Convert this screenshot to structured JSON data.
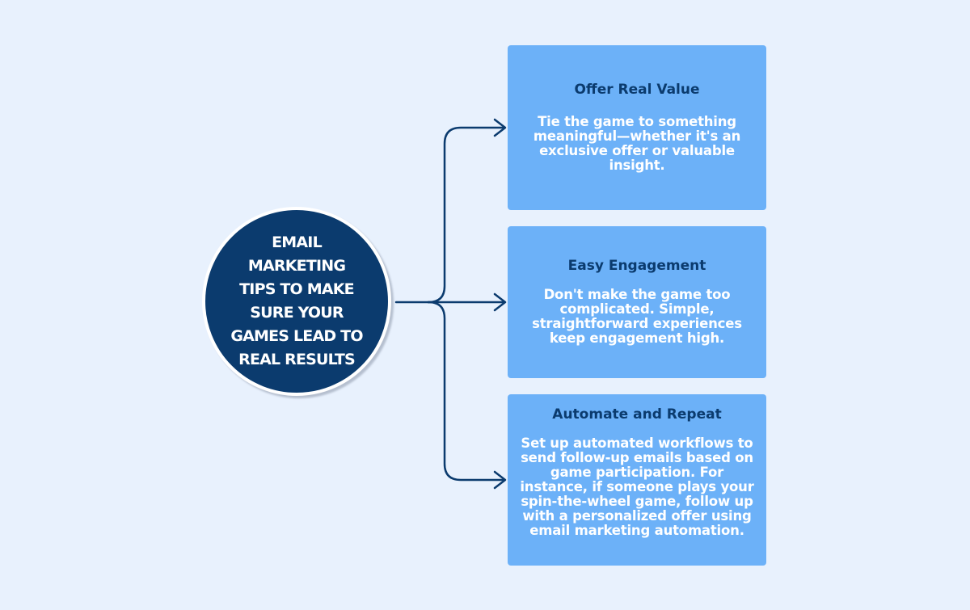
{
  "hub": {
    "title": "EMAIL MARKETING TIPS TO MAKE SURE YOUR GAMES LEAD TO REAL RESULTS"
  },
  "tips": [
    {
      "title": "Offer Real Value",
      "body": "Tie the game to something meaningful—whether it's an exclusive offer or valuable insight."
    },
    {
      "title": "Easy Engagement",
      "body": "Don't make the game too complicated. Simple, straightforward experiences keep engagement high."
    },
    {
      "title": "Automate and Repeat",
      "body": "Set up automated workflows to send follow-up emails based on game participation. For instance, if someone plays your spin-the-wheel game, follow up with a personalized offer using email marketing automation."
    }
  ],
  "colors": {
    "background": "#e8f1fd",
    "hub_fill": "#0b3b6e",
    "card_fill": "#6cb1f8",
    "card_title": "#0b3b6e",
    "card_body": "#ffffff",
    "connector": "#0b3b6e"
  }
}
